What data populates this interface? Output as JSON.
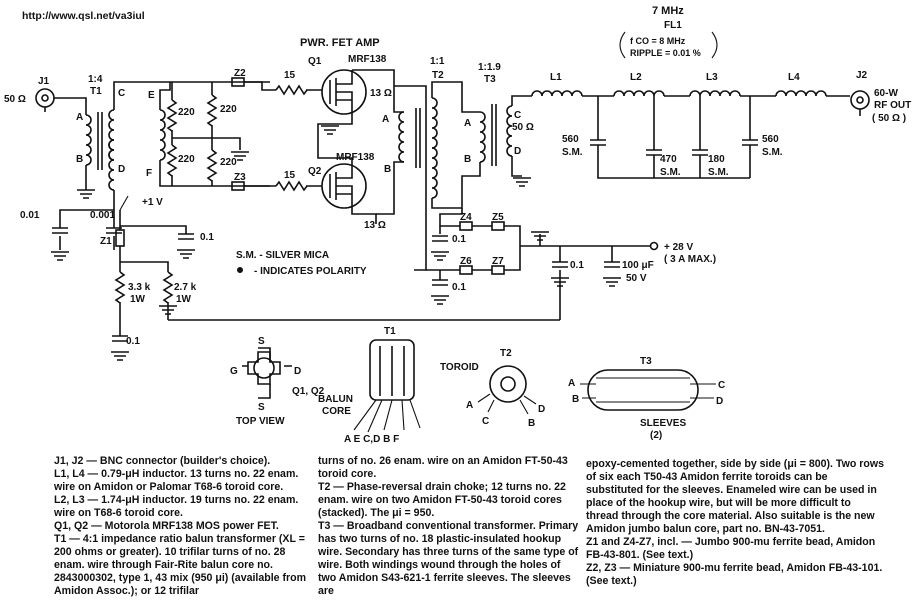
{
  "url": "http://www.qsl.net/va3iul",
  "title": "PWR. FET AMP",
  "filter": {
    "freq": "7 MHz",
    "name": "FL1",
    "fco": "f CO = 8 MHz",
    "ripple": "RIPPLE = 0.01 %"
  },
  "labels": {
    "j1": "J1",
    "j2": "J2",
    "in_imp": "50 Ω",
    "ratio_t1": "1:4",
    "t1": "T1",
    "ratio_t2": "1:1",
    "t2": "T2",
    "ratio_t3": "1:1.9",
    "t3": "T3",
    "q1": "Q1",
    "q2": "Q2",
    "mrf1": "MRF138",
    "mrf2": "MRF138",
    "z1": "Z1",
    "z2": "Z2",
    "z3": "Z3",
    "z4": "Z4",
    "z5": "Z5",
    "z6": "Z6",
    "z7": "Z7",
    "r15a": "15",
    "r15b": "15",
    "r220a": "220",
    "r220b": "220",
    "r220c": "220",
    "r220d": "220",
    "r13a": "13 Ω",
    "r13b": "13 Ω",
    "r50": "50 Ω",
    "l1": "L1",
    "l2": "L2",
    "l3": "L3",
    "l4": "L4",
    "c560a": "560",
    "c560a_sm": "S.M.",
    "c470": "470",
    "c470_sm": "S.M.",
    "c180": "180",
    "c180_sm": "S.M.",
    "c560b": "560",
    "c560b_sm": "S.M.",
    "out1": "60-W",
    "out2": "RF OUT",
    "out3": "( 50 Ω )",
    "c001": "0.01",
    "c0001": "0.001",
    "v1": "+1 V",
    "c01a": "0.1",
    "c01b": "0.1",
    "c01c": "0.1",
    "c01d": "0.1",
    "c01e": "0.1",
    "r33k": "3.3 k",
    "r33k_w": "1W",
    "r27k": "2.7 k",
    "r27k_w": "1W",
    "smnote": "S.M. - SILVER MICA",
    "polnote": "- INDICATES POLARITY",
    "v28": "+ 28 V",
    "v28b": "( 3 A MAX.)",
    "c100": "100 μF",
    "c100v": "50 V",
    "pa": "A",
    "pb": "B",
    "pc": "C",
    "pd": "D",
    "pe": "E",
    "pf": "F"
  },
  "views": {
    "fet_top": "TOP VIEW",
    "fet_q": "Q1, Q2",
    "s1": "S",
    "s2": "S",
    "g": "G",
    "d": "D",
    "t1": "T1",
    "balun": "BALUN",
    "core": "CORE",
    "t1pins": "A E C,D B F",
    "t2": "T2",
    "toroid": "TOROID",
    "t2a": "A",
    "t2b": "B",
    "t2c": "C",
    "t2d": "D",
    "t3": "T3",
    "t3a": "A",
    "t3b": "B",
    "t3c": "C",
    "t3d": "D",
    "sleeves": "SLEEVES",
    "sleeves2": "(2)"
  },
  "notes": {
    "col1": [
      "J1, J2 — BNC connector (builder's choice).",
      "L1, L4 — 0.79-μH inductor. 13 turns no. 22 enam. wire on Amidon or Palomar T68-6 toroid core.",
      "L2, L3 — 1.74-μH inductor. 19 turns no. 22 enam. wire on T68-6 toroid core.",
      "Q1, Q2 — Motorola MRF138 MOS power FET.",
      "T1 — 4:1 impedance ratio balun transformer (XL = 200 ohms or greater). 10 trifilar turns of no. 28 enam. wire through Fair-Rite balun core no. 2843000302, type 1, 43 mix (950 μi) (available from Amidon Assoc.); or 12 trifilar"
    ],
    "col2": [
      "turns of no. 26 enam. wire on an Amidon FT-50-43 toroid core.",
      "T2 — Phase-reversal drain choke; 12 turns no. 22 enam. wire on two Amidon FT-50-43 toroid cores (stacked). The μi = 950.",
      "T3 — Broadband conventional transformer. Primary has two turns of no. 18 plastic-insulated hookup wire. Secondary has three turns of the same type of wire. Both windings wound through the holes of two Amidon S43-621-1 ferrite sleeves. The sleeves are"
    ],
    "col3": [
      "epoxy-cemented together, side by side (μi = 800). Two rows of six each T50-43 Amidon ferrite toroids can be substituted for the sleeves. Enameled wire can be used in place of the hookup wire, but will be more difficult to thread through the core material. Also suitable is the new Amidon jumbo balun core, part no. BN-43-7051.",
      "Z1 and Z4-Z7, incl. — Jumbo 900-mu ferrite bead, Amidon FB-43-801. (See text.)",
      "Z2, Z3 — Miniature 900-mu ferrite bead, Amidon FB-43-101. (See text.)"
    ]
  }
}
